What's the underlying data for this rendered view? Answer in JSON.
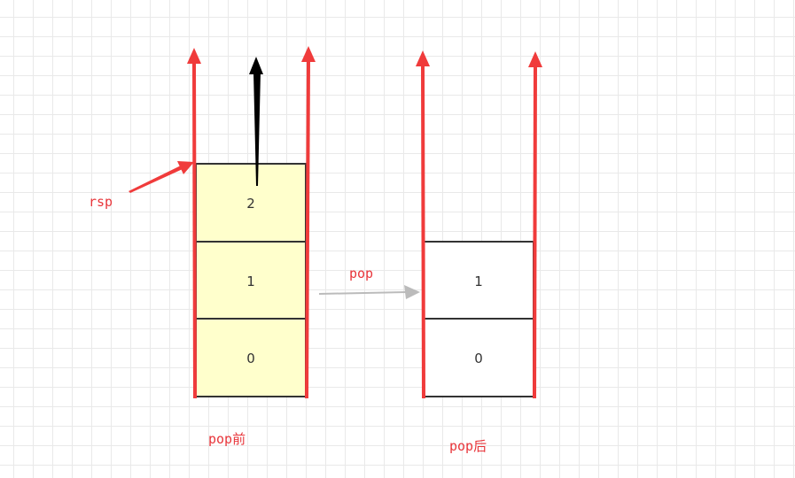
{
  "diagram": {
    "before": {
      "cells": [
        "2",
        "1",
        "0"
      ],
      "caption": "pop前",
      "cell_fill": "#ffffcc"
    },
    "after": {
      "cells": [
        "1",
        "0"
      ],
      "caption": "pop后",
      "cell_fill": "#ffffff"
    },
    "pointer_label": "rsp",
    "operation_label": "pop",
    "colors": {
      "red": "#f03b3b",
      "black": "#000000",
      "gray": "#bbbbbb",
      "cell_stroke": "#333333"
    }
  }
}
